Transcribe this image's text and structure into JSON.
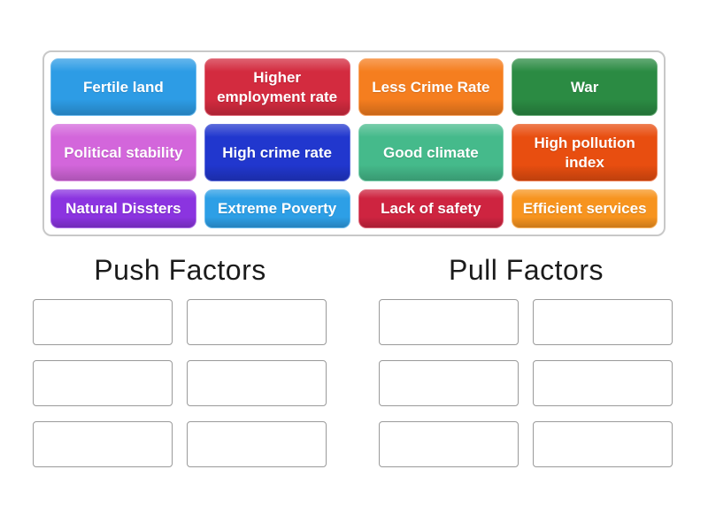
{
  "tray": {
    "tiles": [
      {
        "label": "Fertile land",
        "color": "#2D9CE5"
      },
      {
        "label": "Higher employment rate",
        "color": "#D32B3F"
      },
      {
        "label": "Less Crime Rate",
        "color": "#F57E1F"
      },
      {
        "label": "War",
        "color": "#2B8B43"
      },
      {
        "label": "Political stability",
        "color": "#D366DB"
      },
      {
        "label": "High crime rate",
        "color": "#2137CE"
      },
      {
        "label": "Good climate",
        "color": "#45BA8B"
      },
      {
        "label": "High pollution index",
        "color": "#E84E10"
      },
      {
        "label": "Natural Dissters",
        "color": "#8B34E0"
      },
      {
        "label": "Extreme Poverty",
        "color": "#2D9FE6"
      },
      {
        "label": "Lack of safety",
        "color": "#CE2440"
      },
      {
        "label": "Efficient services",
        "color": "#F7941F"
      }
    ]
  },
  "groups": [
    {
      "title": "Push Factors"
    },
    {
      "title": "Pull Factors"
    }
  ]
}
